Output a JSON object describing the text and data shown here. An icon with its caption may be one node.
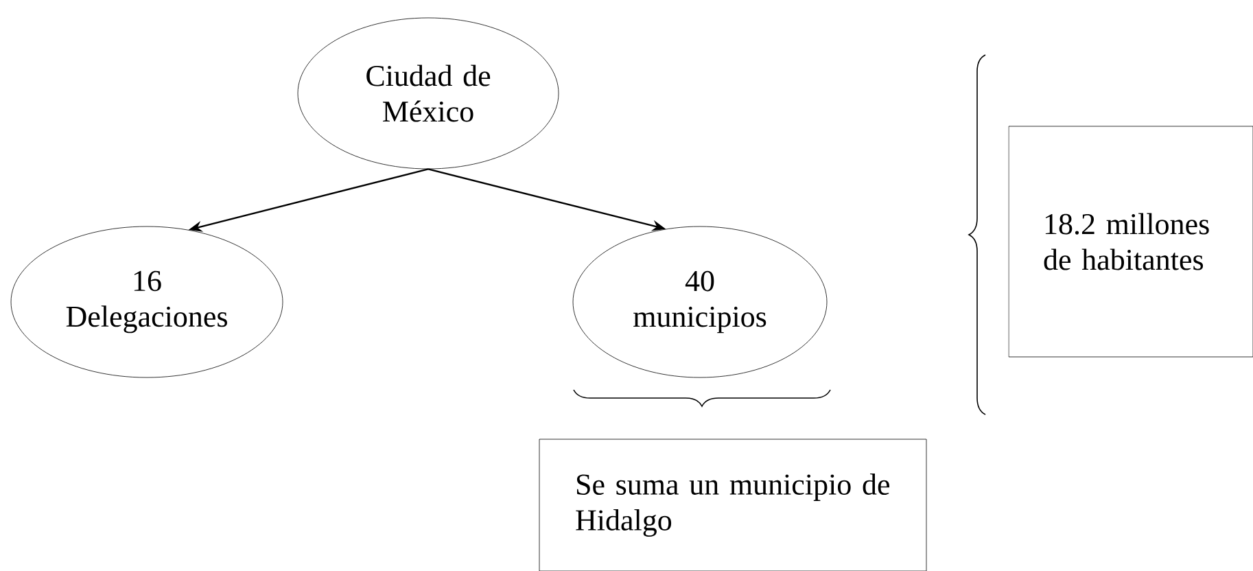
{
  "diagram": {
    "nodes": [
      {
        "text": [
          "Ciudad de México"
        ]
      },
      {
        "text": [
          "16 Delegaciones"
        ]
      },
      {
        "text": [
          "40 municipios"
        ]
      },
      {
        "text": [
          "18.2 millones de habitantes"
        ]
      },
      {
        "text": [
          "Se suma un municipio de Hidalgo"
        ]
      }
    ],
    "edges": [
      {
        "from": 0,
        "to": 1,
        "arrow": "to"
      },
      {
        "from": 0,
        "to": 2,
        "arrow": "to"
      }
    ]
  }
}
